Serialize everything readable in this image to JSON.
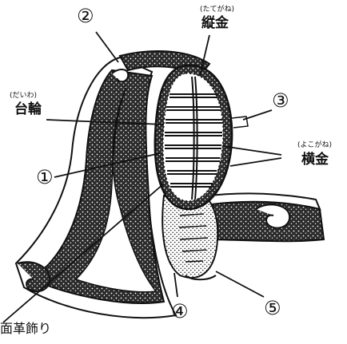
{
  "colors": {
    "ink": "#111111",
    "paper": "#ffffff",
    "stipple": "#2b2b2b"
  },
  "labels": {
    "n1": "①",
    "n2": "②",
    "n3": "③",
    "n4": "④",
    "n5": "⑤",
    "tategane": {
      "ruby": "(たてがね)",
      "text": "縦金"
    },
    "daiwa": {
      "ruby": "(だいわ)",
      "text": "台輪"
    },
    "yokogane": {
      "ruby": "(よこがね)",
      "text": "横金"
    },
    "menkawa": {
      "text": "面革飾り"
    }
  }
}
